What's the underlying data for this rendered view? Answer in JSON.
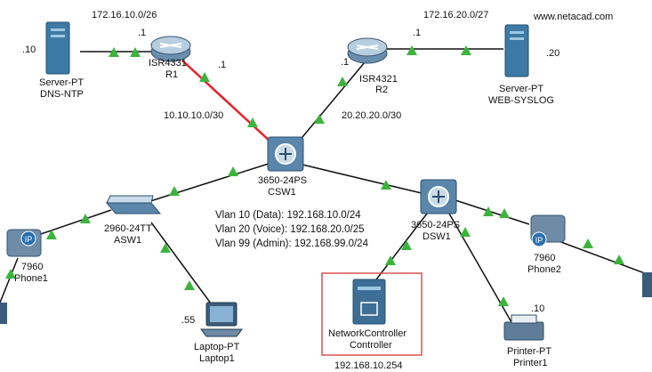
{
  "site": "www.netacad.com",
  "networks": {
    "r1_lan": "172.16.10.0/26",
    "r2_lan": "172.16.20.0/27",
    "r1_link": "10.10.10.0/30",
    "r2_link": "20.20.20.0/30"
  },
  "hosts": {
    "dns_ip": ".10",
    "r1_lan_ip": ".1",
    "r1_wan_ip": ".1",
    "r2_lan_ip": ".1",
    "r2_wan_ip": ".1",
    "web_ip": ".20",
    "laptop_ip": ".55",
    "printer_ip": ".10",
    "controller_ip": "192.168.10.254"
  },
  "devices": {
    "dns": {
      "model": "Server-PT",
      "name": "DNS-NTP"
    },
    "r1": {
      "model": "ISR4331",
      "name": "R1"
    },
    "r2": {
      "model": "ISR4321",
      "name": "R2"
    },
    "web": {
      "model": "Server-PT",
      "name": "WEB-SYSLOG"
    },
    "csw1": {
      "model": "3650-24PS",
      "name": "CSW1"
    },
    "dsw1": {
      "model": "3650-24PS",
      "name": "DSW1"
    },
    "asw1": {
      "model": "2960-24TT",
      "name": "ASW1"
    },
    "phone1": {
      "model": "7960",
      "name": "Phone1"
    },
    "phone2": {
      "model": "7960",
      "name": "Phone2"
    },
    "laptop": {
      "model": "Laptop-PT",
      "name": "Laptop1"
    },
    "controller": {
      "model": "NetworkController",
      "name": "Controller"
    },
    "printer": {
      "model": "Printer-PT",
      "name": "Printer1"
    }
  },
  "vlans": [
    "Vlan 10 (Data): 192.168.10.0/24",
    "Vlan 20 (Voice): 192.168.20.0/25",
    "Vlan 99 (Admin): 192.168.99.0/24"
  ],
  "colors": {
    "link": "#111111",
    "failed_link": "#e8202a",
    "port_up": "#3cb43c",
    "highlight_box": "#d9534f"
  }
}
